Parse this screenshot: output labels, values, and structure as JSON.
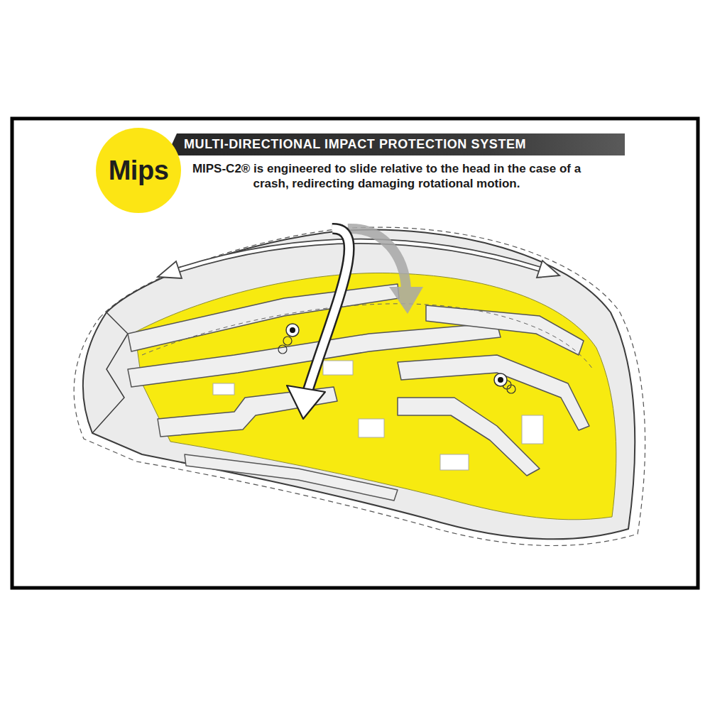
{
  "diagram": {
    "nodes": [
      {
        "text": [
          "Mips"
        ]
      },
      {
        "text": [
          "MULTI-DIRECTIONAL IMPACT PROTECTION SYSTEM"
        ]
      }
    ],
    "labels": [
      "MIPS-C2® is engineered to slide relative to the head in the case of a crash, redirecting damaging rotational motion."
    ]
  }
}
